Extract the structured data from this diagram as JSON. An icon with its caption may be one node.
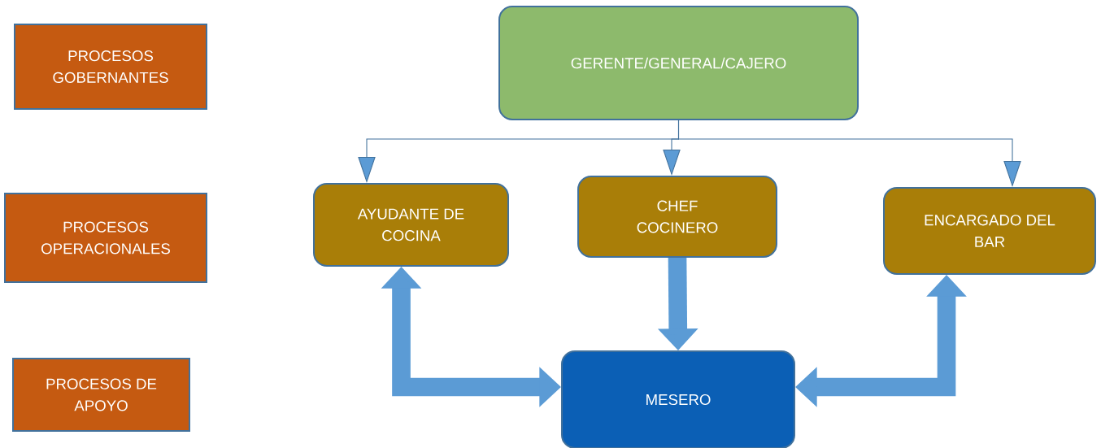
{
  "diagram": {
    "nodes": [
      {
        "text": [
          "PROCESOS GOBERNANTES"
        ]
      },
      {
        "text": [
          "PROCESOS OPERACIONALES"
        ]
      },
      {
        "text": [
          "PROCESOS DE APOYO"
        ]
      },
      {
        "text": [
          "GERENTE/GENERAL/CAJERO"
        ]
      },
      {
        "text": [
          "AYUDANTE DE COCINA"
        ]
      },
      {
        "text": [
          "CHEF COCINERO"
        ]
      },
      {
        "text": [
          "ENCARGADO DEL BAR"
        ]
      },
      {
        "text": [
          "MESERO"
        ]
      }
    ],
    "edges": [
      {
        "from": 3,
        "to": 4,
        "arrow": "to"
      },
      {
        "from": 3,
        "to": 5,
        "arrow": "to"
      },
      {
        "from": 3,
        "to": 6,
        "arrow": "to"
      },
      {
        "from": 5,
        "to": 7,
        "arrow": "to",
        "style": "thick"
      },
      {
        "from": 4,
        "to": 7,
        "arrow": "both",
        "style": "thick"
      },
      {
        "from": 6,
        "to": 7,
        "arrow": "both",
        "style": "thick"
      }
    ]
  }
}
